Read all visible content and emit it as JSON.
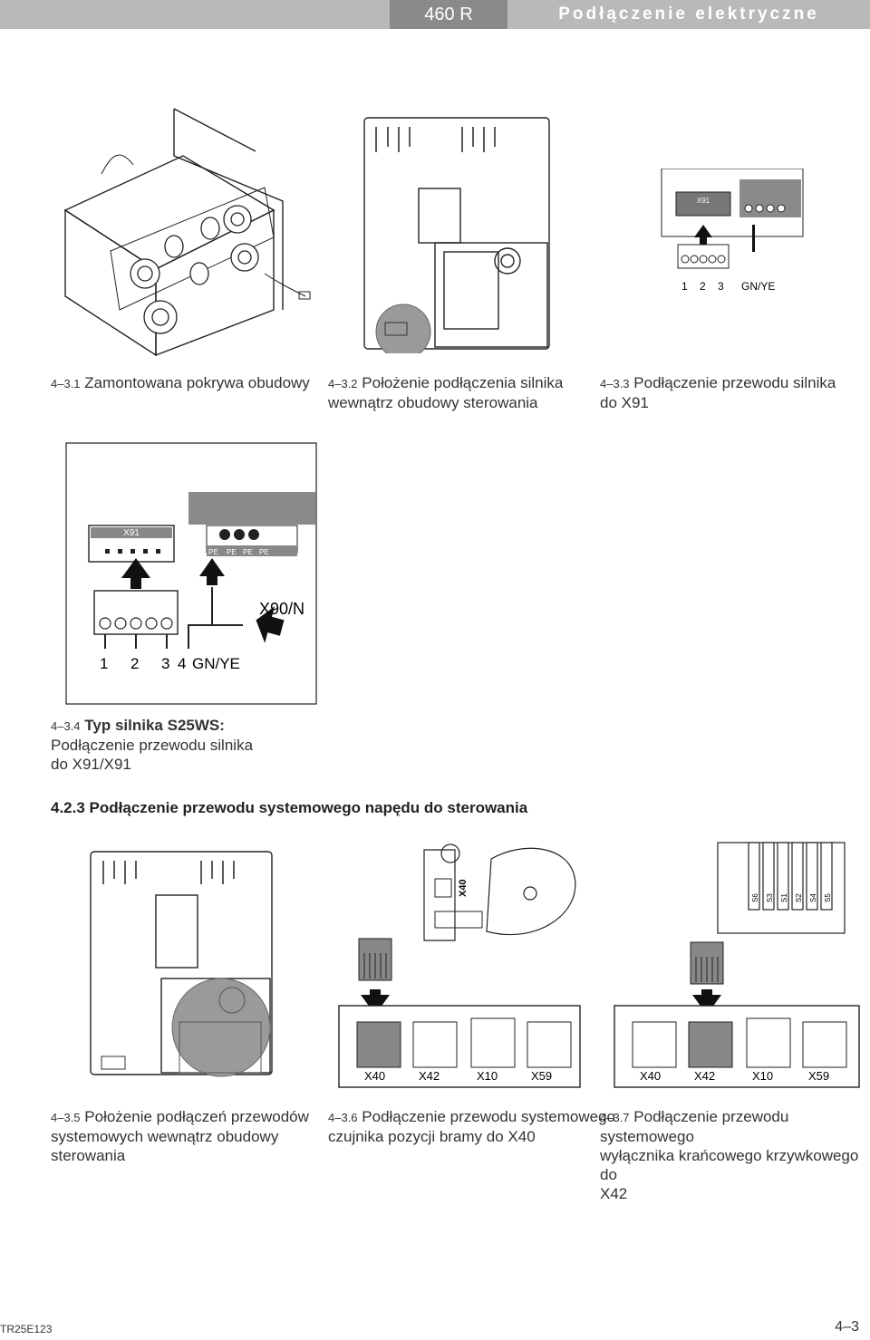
{
  "header": {
    "model": "460 R",
    "title": "Podłączenie elektryczne"
  },
  "figures": [
    {
      "num": "4–3.1",
      "lines": [
        "Zamontowana pokrywa obudowy"
      ]
    },
    {
      "num": "4–3.2",
      "lines": [
        "Położenie podłączenia silnika",
        "wewnątrz obudowy sterowania"
      ]
    },
    {
      "num": "4–3.3",
      "lines": [
        "Podłączenie przewodu silnika",
        "do X91"
      ]
    },
    {
      "num": "4–3.4",
      "lines": [
        "Typ silnika S25WS:",
        "Podłączenie przewodu silnika",
        "do X91/X91"
      ]
    },
    {
      "num": "4–3.5",
      "lines": [
        "Położenie podłączeń przewodów",
        "systemowych wewnątrz obudowy",
        "sterowania"
      ]
    },
    {
      "num": "4–3.6",
      "lines": [
        "Podłączenie przewodu systemowego",
        "czujnika pozycji bramy do X40"
      ]
    },
    {
      "num": "4–3.7",
      "lines": [
        "Podłączenie przewodu systemowego",
        "wyłącznika krańcowego krzywkowego do",
        "X42"
      ]
    }
  ],
  "section": {
    "num": "4.2.3",
    "title": "Podłączenie przewodu systemowego napędu do sterowania"
  },
  "diagram_labels": {
    "x91": "X91",
    "pe": "PE",
    "x90n": "X90/N",
    "x40": "X40",
    "x42": "X42",
    "x10": "X10",
    "x59": "X59",
    "gnye": "GN/YE",
    "t1": "1",
    "t2": "2",
    "t3": "3",
    "t4": "4",
    "s6": "S6",
    "s3": "S3",
    "s1": "S1",
    "s2": "S2",
    "s4": "S4",
    "s5": "S5"
  },
  "footer": {
    "code": "TR25E123",
    "page": "4–3"
  }
}
